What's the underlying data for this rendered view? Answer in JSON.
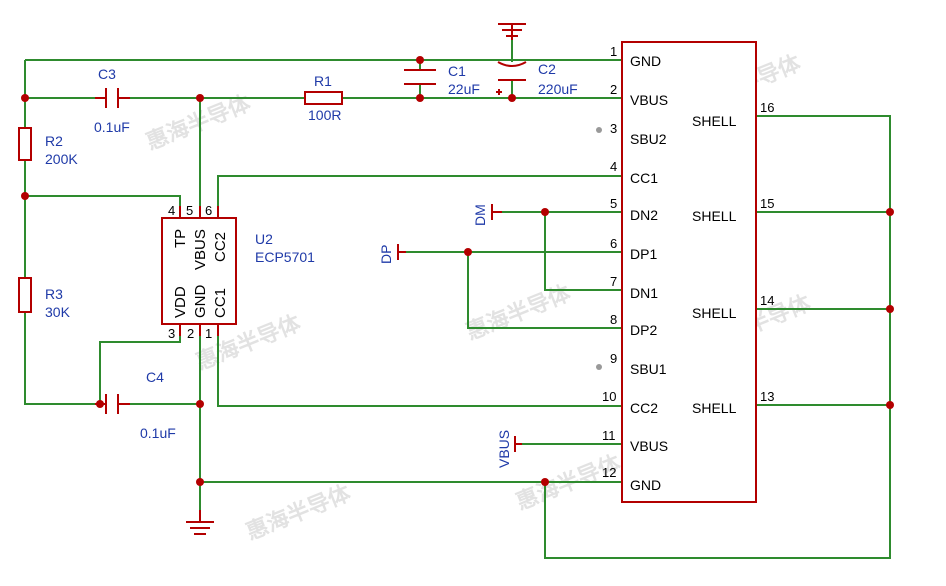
{
  "watermark": "惠海半导体",
  "connector": {
    "left_pins": [
      {
        "num": "1",
        "name": "GND"
      },
      {
        "num": "2",
        "name": "VBUS"
      },
      {
        "num": "3",
        "name": "SBU2"
      },
      {
        "num": "4",
        "name": "CC1"
      },
      {
        "num": "5",
        "name": "DN2"
      },
      {
        "num": "6",
        "name": "DP1"
      },
      {
        "num": "7",
        "name": "DN1"
      },
      {
        "num": "8",
        "name": "DP2"
      },
      {
        "num": "9",
        "name": "SBU1"
      },
      {
        "num": "10",
        "name": "CC2"
      },
      {
        "num": "11",
        "name": "VBUS"
      },
      {
        "num": "12",
        "name": "GND"
      }
    ],
    "right_pins": [
      {
        "num": "16",
        "name": "SHELL"
      },
      {
        "num": "15",
        "name": "SHELL"
      },
      {
        "num": "14",
        "name": "SHELL"
      },
      {
        "num": "13",
        "name": "SHELL"
      }
    ]
  },
  "components": {
    "c3": {
      "ref": "C3",
      "value": "0.1uF"
    },
    "r1": {
      "ref": "R1",
      "value": "100R"
    },
    "c1": {
      "ref": "C1",
      "value": "22uF"
    },
    "c2": {
      "ref": "C2",
      "value": "220uF"
    },
    "r2": {
      "ref": "R2",
      "value": "200K"
    },
    "r3": {
      "ref": "R3",
      "value": "30K"
    },
    "c4": {
      "ref": "C4",
      "value": "0.1uF"
    },
    "u2": {
      "ref": "U2",
      "value": "ECP5701"
    }
  },
  "u2_pins": {
    "top": [
      {
        "num": "4",
        "name": "TP"
      },
      {
        "num": "5",
        "name": "VBUS"
      },
      {
        "num": "6",
        "name": "CC2"
      }
    ],
    "bottom": [
      {
        "num": "3",
        "name": "VDD"
      },
      {
        "num": "2",
        "name": "GND"
      },
      {
        "num": "1",
        "name": "CC1"
      }
    ]
  },
  "net_labels": {
    "dm": "DM",
    "dp": "DP",
    "vbus": "VBUS"
  }
}
